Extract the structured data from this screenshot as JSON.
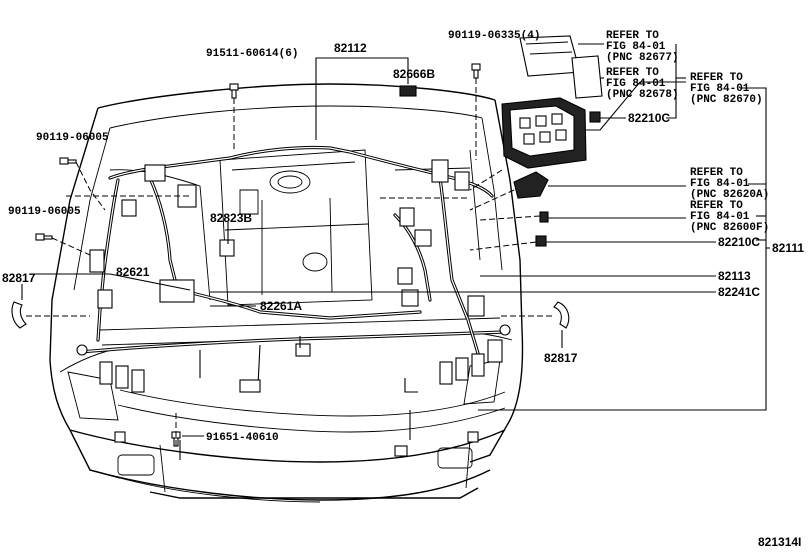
{
  "diagram": {
    "fig_code": "821314I",
    "part_numbers": {
      "main_harness": "82112",
      "bolt_top_left": "91511-60614(6)",
      "bolt_top_right": "90119-06335(4)",
      "connector_b": "82666B",
      "bolt_left_1": "90119-06005",
      "bolt_left_2": "90119-06005",
      "wire_82823b": "82823B",
      "wire_82621": "82621",
      "clamp_left": "82817",
      "clamp_right": "82817",
      "wire_82261a": "82261A",
      "bolt_bottom": "91651-40610",
      "relay_82210c_top": "82210C",
      "relay_82210c_mid": "82210C",
      "wire_82111": "82111",
      "wire_82113": "82113",
      "wire_82241c": "82241C"
    },
    "references": {
      "ref_82677": {
        "line1": "REFER TO",
        "line2": "FIG 84-01",
        "line3": "(PNC 82677)"
      },
      "ref_82678": {
        "line1": "REFER TO",
        "line2": "FIG 84-01",
        "line3": "(PNC 82678)"
      },
      "ref_82670": {
        "line1": "REFER TO",
        "line2": "FIG 84-01",
        "line3": "(PNC 82670)"
      },
      "ref_82620a": {
        "line1": "REFER TO",
        "line2": "FIG 84-01",
        "line3": "(PNC 82620A)"
      },
      "ref_82600f": {
        "line1": "REFER TO",
        "line2": "FIG 84-01",
        "line3": "(PNC 82600F)"
      }
    }
  }
}
